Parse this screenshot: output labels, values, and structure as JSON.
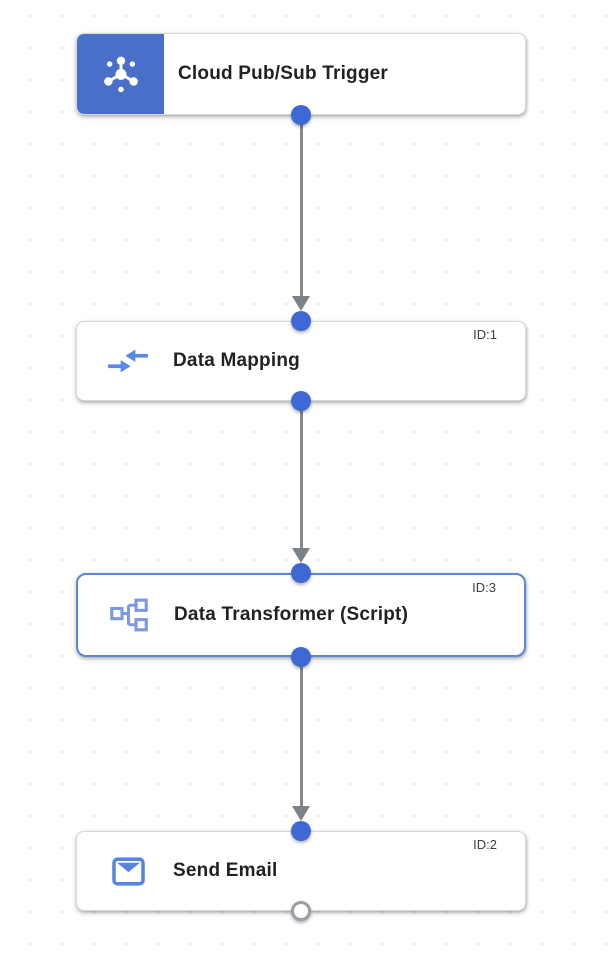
{
  "canvas": {
    "type": "integration-flow-editor"
  },
  "colors": {
    "trigger-blue": "#4a6fc9",
    "port-blue": "#3e68d3",
    "port-open-border": "#9aa0a6",
    "edge-gray": "#85898d",
    "edge-head-gray": "#7d8286",
    "node-border": "#d5d8dc",
    "selected-border": "#5d86d8",
    "title-color": "#1f2124",
    "id-color": "#3c4043",
    "grid-dot": "#e3e3e3",
    "mapping-icon-blue": "#5b87e5",
    "transformer-icon-blue": "#7b97de",
    "email-icon-blue": "#5585e0"
  },
  "nodes": [
    {
      "title": "Cloud Pub/Sub Trigger",
      "id_label": "",
      "icon": "pubsub-icon",
      "kind": "trigger"
    },
    {
      "title": "Data Mapping",
      "id_label": "ID:1",
      "icon": "data-mapping-icon",
      "kind": "task"
    },
    {
      "title": "Data Transformer (Script)",
      "id_label": "ID:3",
      "icon": "data-transformer-icon",
      "kind": "task",
      "selected": true
    },
    {
      "title": "Send Email",
      "id_label": "ID:2",
      "icon": "email-icon",
      "kind": "task"
    }
  ],
  "edges": [
    {
      "from": "Cloud Pub/Sub Trigger",
      "to": "Data Mapping"
    },
    {
      "from": "Data Mapping",
      "to": "Data Transformer (Script)"
    },
    {
      "from": "Data Transformer (Script)",
      "to": "Send Email"
    }
  ]
}
